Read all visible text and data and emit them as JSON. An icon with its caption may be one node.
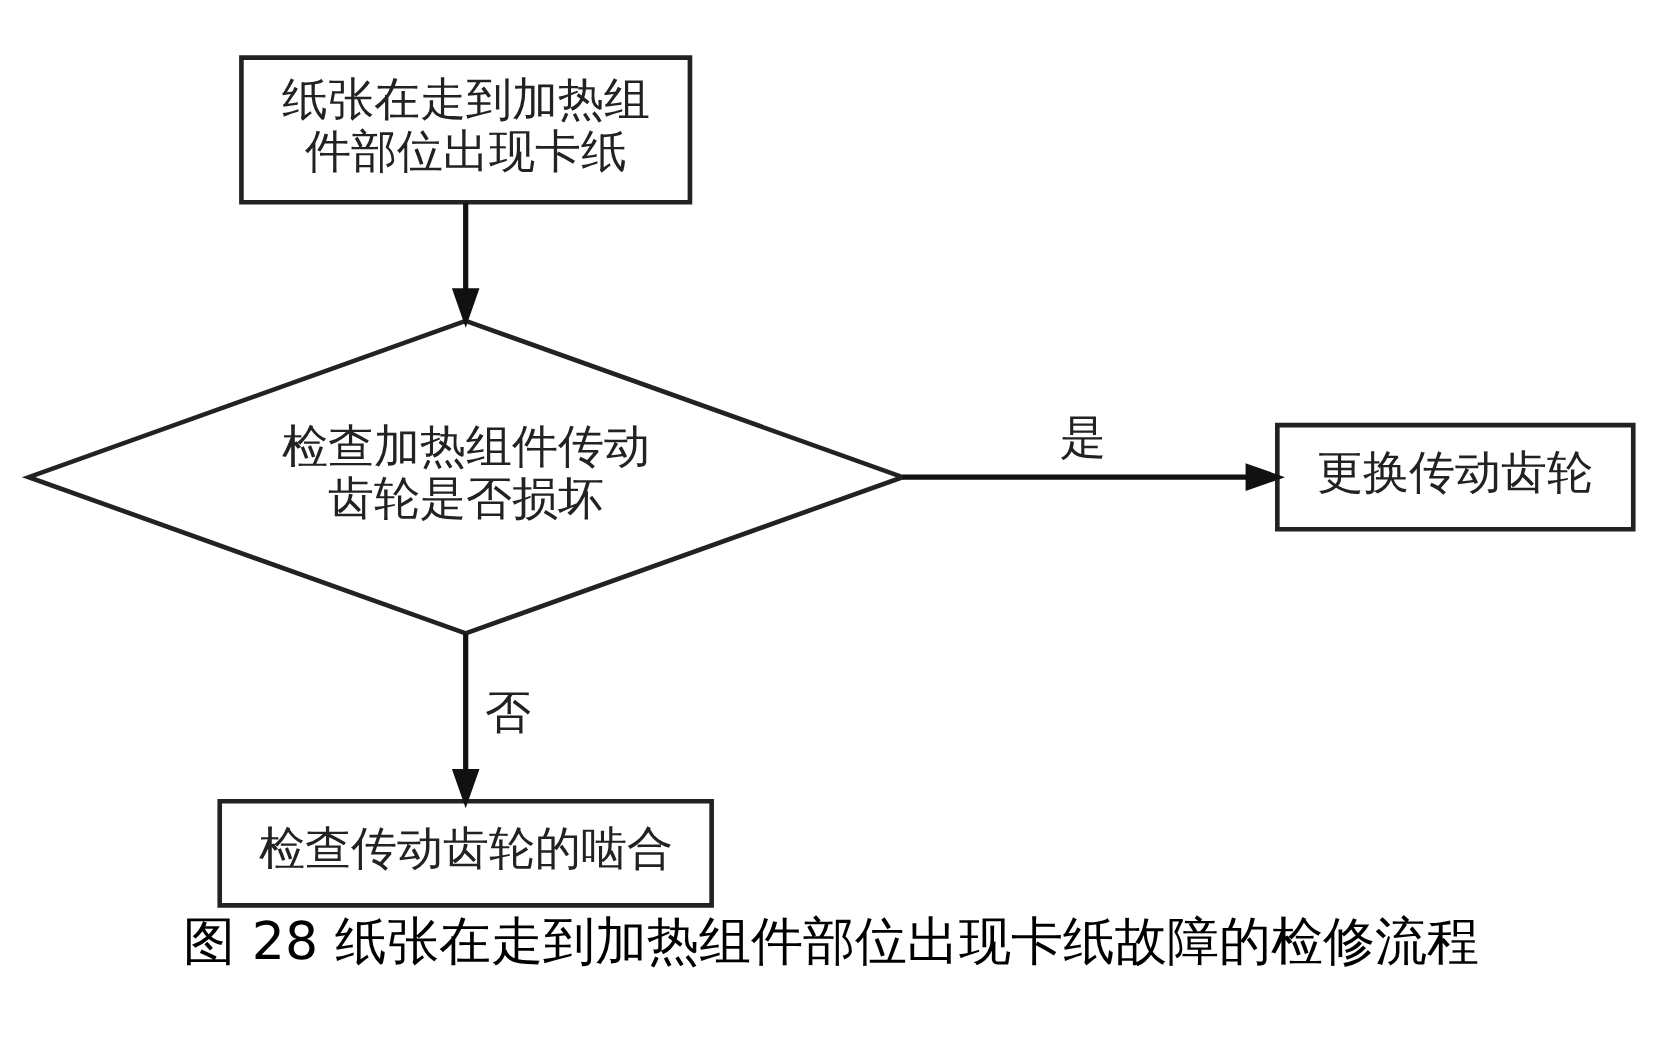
{
  "diagram": {
    "caption": "图 28 纸张在走到加热组件部位出现卡纸故障的检修流程",
    "nodes": [
      {
        "text": [
          "纸张在走到加热组件部位出现卡纸"
        ]
      },
      {
        "text": [
          "检查加热组件传动齿轮是否损坏"
        ]
      },
      {
        "text": [
          "更换传动齿轮"
        ]
      },
      {
        "text": [
          "检查传动齿轮的啮合"
        ]
      }
    ],
    "edges": [
      {
        "from": 0,
        "to": 1,
        "arrow": "to"
      },
      {
        "from": 1,
        "to": 2,
        "arrow": "to",
        "label": "是"
      },
      {
        "from": 1,
        "to": 3,
        "arrow": "to",
        "label": "否"
      }
    ]
  }
}
